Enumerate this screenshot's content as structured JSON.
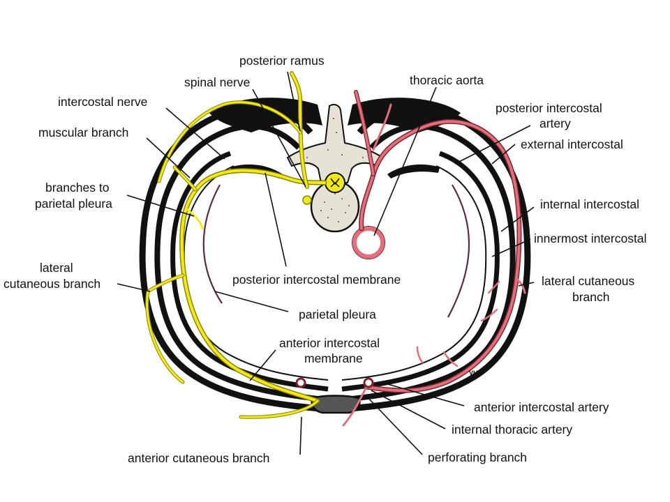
{
  "colors": {
    "nerve": "#f1ea1a",
    "nerve_outline": "#8a8300",
    "artery": "#e0717c",
    "artery_outline": "#7a2530",
    "muscle_black": "#111111",
    "bone_fill": "#e6e2d6",
    "pleura": "#5b2a3f"
  },
  "labels": {
    "posterior_ramus": "posterior ramus",
    "spinal_nerve": "spinal nerve",
    "thoracic_aorta": "thoracic aorta",
    "intercostal_nerve": "intercostal nerve",
    "posterior_intercostal_artery_1": "posterior intercostal",
    "posterior_intercostal_artery_2": "artery",
    "muscular_branch": "muscular branch",
    "external_intercostal": "external intercostal",
    "branches_to_parietal_pleura_1": "branches to",
    "branches_to_parietal_pleura_2": "parietal pleura",
    "internal_intercostal": "internal intercostal",
    "innermost_intercostal": "innermost intercostal",
    "lateral_cutaneous_branch_left_1": "lateral",
    "lateral_cutaneous_branch_left_2": "cutaneous branch",
    "posterior_intercostal_membrane": "posterior intercostal membrane",
    "lateral_cutaneous_branch_right_1": "lateral cutaneous",
    "lateral_cutaneous_branch_right_2": "branch",
    "parietal_pleura": "parietal pleura",
    "anterior_intercostal_membrane_1": "anterior intercostal",
    "anterior_intercostal_membrane_2": "membrane",
    "anterior_intercostal_artery": "anterior intercostal artery",
    "internal_thoracic_artery": "internal thoracic artery",
    "anterior_cutaneous_branch": "anterior cutaneous branch",
    "perforating_branch": "perforating branch",
    "artist_initials": "VHC"
  }
}
